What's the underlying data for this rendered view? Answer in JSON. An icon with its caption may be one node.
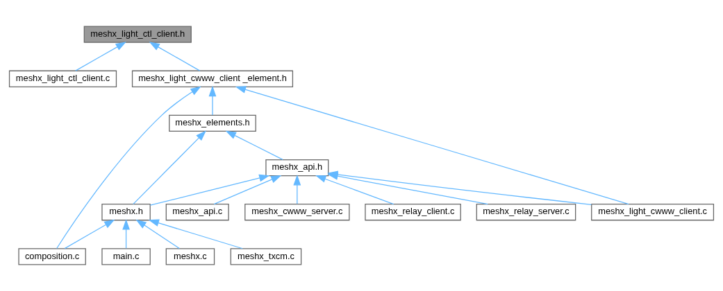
{
  "diagram": {
    "nodes": [
      {
        "text": [
          "meshx_light_ctl_client.h"
        ]
      },
      {
        "text": [
          "meshx_light_ctl_client.c"
        ]
      },
      {
        "text": [
          "meshx_light_cwww_client _element.h"
        ]
      },
      {
        "text": [
          "meshx_elements.h"
        ]
      },
      {
        "text": [
          "meshx_api.h"
        ]
      },
      {
        "text": [
          "meshx.h"
        ]
      },
      {
        "text": [
          "meshx_api.c"
        ]
      },
      {
        "text": [
          "meshx_cwww_server.c"
        ]
      },
      {
        "text": [
          "meshx_relay_client.c"
        ]
      },
      {
        "text": [
          "meshx_relay_server.c"
        ]
      },
      {
        "text": [
          "meshx_light_cwww_client.c"
        ]
      },
      {
        "text": [
          "composition.c"
        ]
      },
      {
        "text": [
          "main.c"
        ]
      },
      {
        "text": [
          "meshx.c"
        ]
      },
      {
        "text": [
          "meshx_txcm.c"
        ]
      }
    ],
    "edges": [
      {
        "from": 1,
        "to": 0,
        "arrow": "to"
      },
      {
        "from": 2,
        "to": 0,
        "arrow": "to"
      },
      {
        "from": 3,
        "to": 2,
        "arrow": "to"
      },
      {
        "from": 11,
        "to": 2,
        "arrow": "to"
      },
      {
        "from": 10,
        "to": 2,
        "arrow": "to"
      },
      {
        "from": 5,
        "to": 3,
        "arrow": "to"
      },
      {
        "from": 4,
        "to": 3,
        "arrow": "to"
      },
      {
        "from": 5,
        "to": 4,
        "arrow": "to"
      },
      {
        "from": 6,
        "to": 4,
        "arrow": "to"
      },
      {
        "from": 7,
        "to": 4,
        "arrow": "to"
      },
      {
        "from": 8,
        "to": 4,
        "arrow": "to"
      },
      {
        "from": 9,
        "to": 4,
        "arrow": "to"
      },
      {
        "from": 10,
        "to": 4,
        "arrow": "to"
      },
      {
        "from": 11,
        "to": 5,
        "arrow": "to"
      },
      {
        "from": 12,
        "to": 5,
        "arrow": "to"
      },
      {
        "from": 13,
        "to": 5,
        "arrow": "to"
      },
      {
        "from": 14,
        "to": 5,
        "arrow": "to"
      }
    ]
  }
}
